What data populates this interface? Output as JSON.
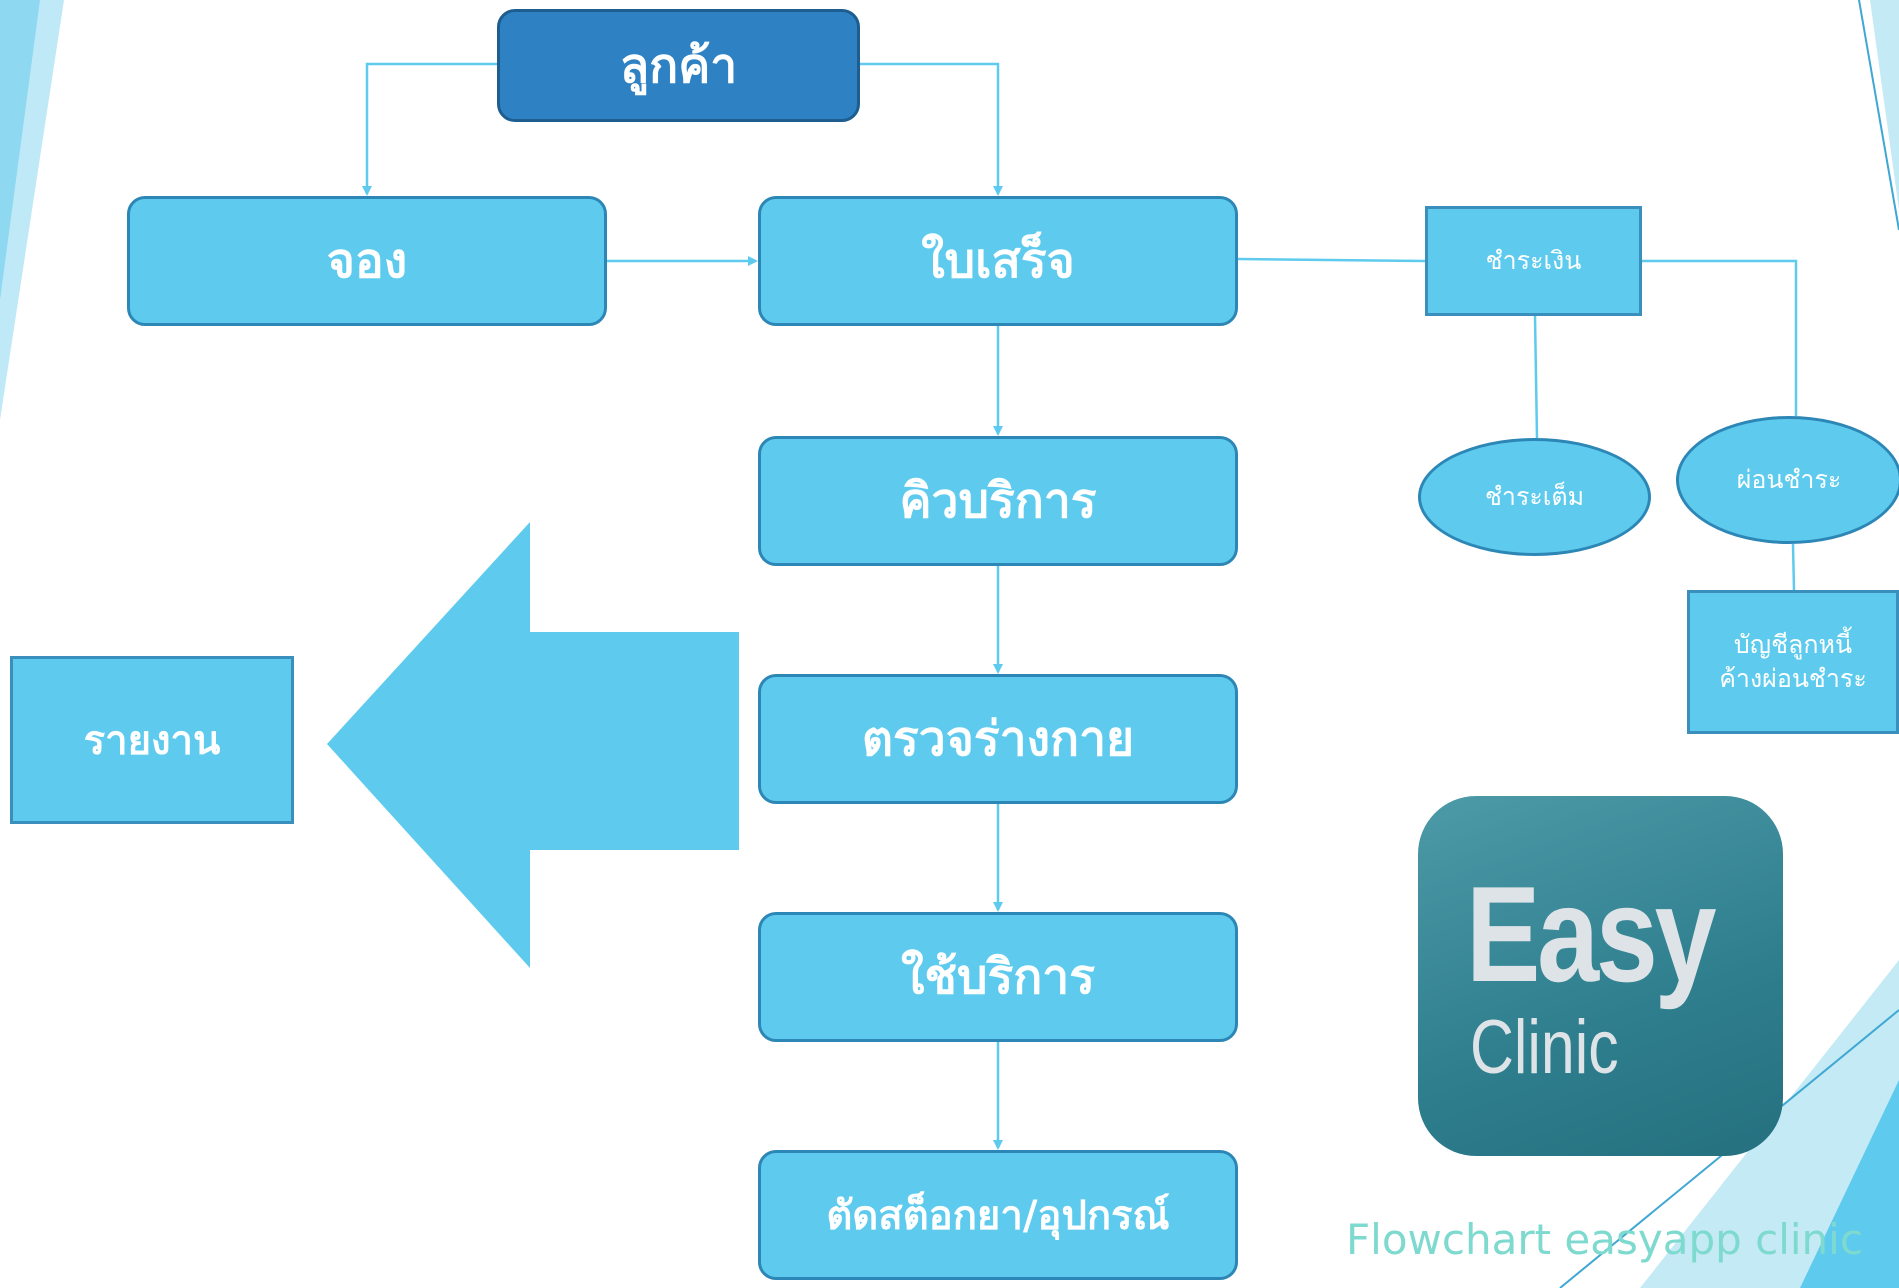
{
  "nodes": {
    "customer": "ลูกค้า",
    "booking": "จอง",
    "receipt": "ใบเสร็จ",
    "queue": "คิวบริการ",
    "exam": "ตรวจร่างกาย",
    "service": "ใช้บริการ",
    "stock": "ตัดสต็อกยา/อุปกรณ์",
    "report": "รายงาน",
    "payment": "ชำระเงิน",
    "full_payment": "ชำระเต็ม",
    "installment": "ผ่อนชำระ",
    "debtor_account": "บัญชีลูกหนี้\nค้างผ่อนชำระ"
  },
  "logo": {
    "line1": "Easy",
    "line2": "Clinic"
  },
  "caption": "Flowchart easyapp clinic",
  "colors": {
    "node_fill": "#5ecbee",
    "node_border": "#2d87b6",
    "customer_fill": "#2e82c3",
    "connector": "#5ecbee",
    "caption": "#7ed9cf"
  }
}
